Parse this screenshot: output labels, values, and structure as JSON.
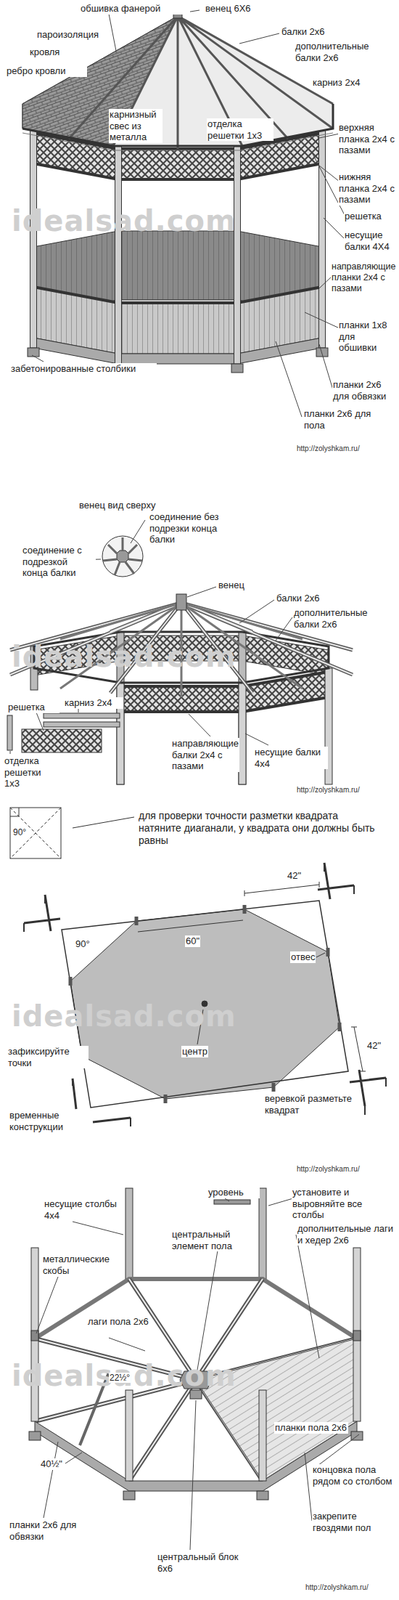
{
  "diagram": {
    "labels": [
      "обшивка фанерой",
      "венец 6X6",
      "пароизоляция",
      "балки 2x6",
      "кровля",
      "дополнительные балки 2x6",
      "ребро кровли",
      "карниз 2x4",
      "карнизный свес из металла",
      "отделка решетки 1x3",
      "верхняя планка 2x4 с пазами",
      "нижняя планка 2x4 с пазами",
      "решетка",
      "несущие балки 4X4",
      "направляющие планки 2x4 с пазами",
      "планки 1x8 для обшивки",
      "забетонированные столбики",
      "планки 2x6 для обвязки",
      "планки 2x6 для пола",
      "idealsad.com",
      "http://zolyshkam.ru/",
      "венец вид сверху",
      "соединение без подрезки конца балки",
      "соединение с подрезкой конца балки",
      "венец",
      "балки 2x6",
      "дополнительные балки 2x6",
      "карниз 2x4",
      "решетка",
      "idealsad.com",
      "отделка решетки 1x3",
      "направляющие балки 2x4 с пазами",
      "несущие балки 4x4",
      "http://zolyshkam.ru/",
      "90°",
      "для проверки точности разметки квадрата натяните диаганали, у квадрата они должны быть равны",
      "42\"",
      "90°",
      "отвес",
      "60\"",
      "42\"",
      "idealsad.com",
      "центр",
      "зафиксируйте точки",
      "временные конструкции",
      "веревкой разметьте квадрат",
      "http://zolyshkam.ru/",
      "уровень",
      "установите и выровняйте все столбы",
      "несущие столбы 4x4",
      "центральный элемент пола",
      "металлические скобы",
      "дополнительные лаги и хедер 2x6",
      "лаги пола 2x6",
      "22½°",
      "40½\"",
      "idealsad.com",
      "планки пола 2x6",
      "концовка пола рядом со столбом",
      "закрепите гвоздями пол",
      "планки 2x6 для обвязки",
      "центральный блок 6x6",
      "http://zolyshkam.ru/"
    ]
  }
}
